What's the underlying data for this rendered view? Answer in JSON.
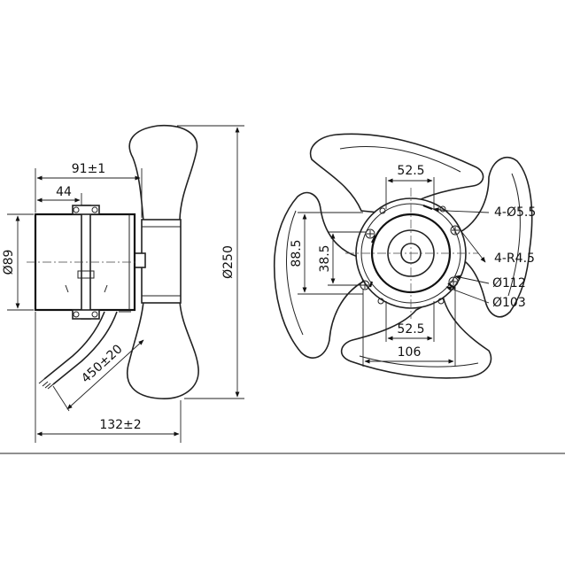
{
  "side_view": {
    "dim_width_top": "91±1",
    "dim_bracket": "44",
    "dim_diameter_motor": "Ø89",
    "dim_fan_diameter": "Ø250",
    "dim_cable": "450±20",
    "dim_total_length": "132±2"
  },
  "front_view": {
    "dim_top_spacing": "52.5",
    "dim_holes": "4-Ø5.5",
    "dim_radius_slots": "4-R4.5",
    "dim_height_outer": "88.5",
    "dim_height_inner": "38.5",
    "dim_flange_diameter": "Ø112",
    "dim_body_diameter": "Ø103",
    "dim_bottom_spacing": "52.5",
    "dim_bottom_width": "106"
  }
}
